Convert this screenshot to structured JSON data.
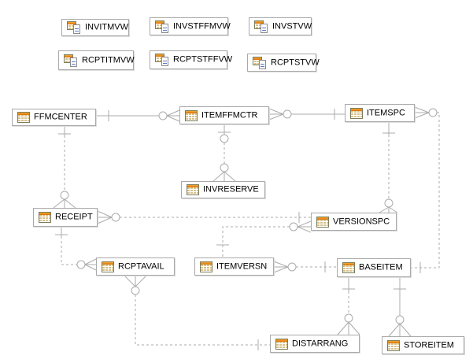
{
  "colors": {
    "background": "#ffffff",
    "connector": "#ababab",
    "box_border": "#a9a9a9",
    "text": "#000000",
    "table_icon_header": "#e07c00",
    "table_icon_body": "#d7c28c",
    "view_doc_lines": "#5b79c4"
  },
  "views": [
    {
      "label": "INVITMVW"
    },
    {
      "label": "INVSTFFMVW"
    },
    {
      "label": "INVSTVW"
    },
    {
      "label": "RCPTITMVW"
    },
    {
      "label": "RCPTSTFFVW"
    },
    {
      "label": "RCPTSTVW"
    }
  ],
  "entities": [
    {
      "label": "FFMCENTER"
    },
    {
      "label": "ITEMFFMCTR"
    },
    {
      "label": "ITEMSPC"
    },
    {
      "label": "INVRESERVE"
    },
    {
      "label": "RECEIPT"
    },
    {
      "label": "VERSIONSPC"
    },
    {
      "label": "RCPTAVAIL"
    },
    {
      "label": "ITEMVERSN"
    },
    {
      "label": "BASEITEM"
    },
    {
      "label": "DISTARRANG"
    },
    {
      "label": "STOREITEM"
    }
  ],
  "relationships": [
    {
      "parent": "FFMCENTER",
      "child": "ITEMFFMCTR",
      "parent_cardinality": "one",
      "child_cardinality": "zero-or-many",
      "line": "solid"
    },
    {
      "parent": "ITEMSPC",
      "child": "ITEMFFMCTR",
      "parent_cardinality": "one",
      "child_cardinality": "zero-or-many",
      "line": "solid"
    },
    {
      "parent": "ITEMFFMCTR",
      "child": "INVRESERVE",
      "parent_cardinality": "zero-or-one",
      "child_cardinality": "zero-or-many",
      "line": "dashed"
    },
    {
      "parent": "FFMCENTER",
      "child": "RECEIPT",
      "parent_cardinality": "one",
      "child_cardinality": "zero-or-many",
      "line": "dashed"
    },
    {
      "parent": "VERSIONSPC",
      "child": "RECEIPT",
      "parent_cardinality": "one",
      "child_cardinality": "zero-or-many",
      "line": "dashed"
    },
    {
      "parent": "ITEMSPC",
      "child": "VERSIONSPC",
      "parent_cardinality": "one",
      "child_cardinality": "zero-or-many",
      "line": "dashed"
    },
    {
      "parent": "ITEMVERSN",
      "child": "VERSIONSPC",
      "parent_cardinality": "one",
      "child_cardinality": "zero-or-many",
      "line": "dashed"
    },
    {
      "parent": "BASEITEM",
      "child": "ITEMVERSN",
      "parent_cardinality": "one",
      "child_cardinality": "zero-or-many",
      "line": "dashed"
    },
    {
      "parent": "BASEITEM",
      "child": "ITEMSPC",
      "parent_cardinality": "one",
      "child_cardinality": "zero-or-many",
      "line": "dashed"
    },
    {
      "parent": "RECEIPT",
      "child": "RCPTAVAIL",
      "parent_cardinality": "one",
      "child_cardinality": "zero-or-many",
      "line": "dashed"
    },
    {
      "parent": "DISTARRANG",
      "child": "RCPTAVAIL",
      "parent_cardinality": "one",
      "child_cardinality": "zero-or-many",
      "line": "dashed"
    },
    {
      "parent": "BASEITEM",
      "child": "DISTARRANG",
      "parent_cardinality": "one",
      "child_cardinality": "zero-or-many",
      "line": "dashed"
    },
    {
      "parent": "BASEITEM",
      "child": "STOREITEM",
      "parent_cardinality": "one",
      "child_cardinality": "zero-or-many",
      "line": "solid"
    }
  ]
}
